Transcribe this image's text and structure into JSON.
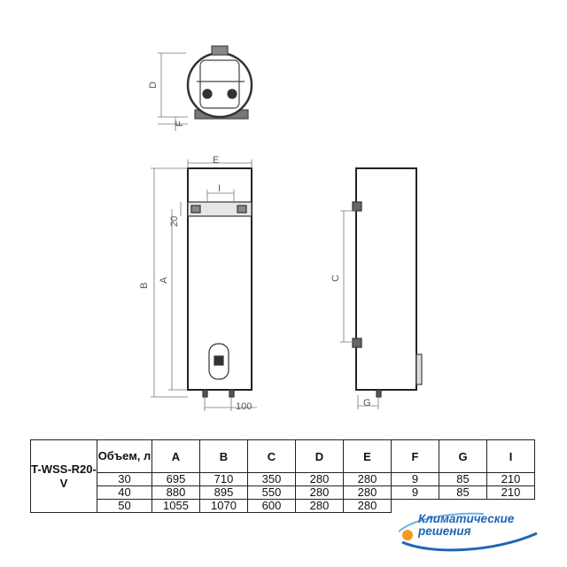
{
  "drawing": {
    "labels": {
      "D": "D",
      "F": "F",
      "E": "E",
      "I": "I",
      "twenty": "20",
      "B": "B",
      "A": "A",
      "C": "C",
      "G": "G",
      "hundred": "100"
    }
  },
  "table": {
    "model": "T-WSS-R20-V",
    "volume_header": "Объем, л",
    "columns": [
      "A",
      "B",
      "C",
      "D",
      "E",
      "F",
      "G",
      "I"
    ],
    "rows": [
      {
        "volume": "30",
        "values": [
          "695",
          "710",
          "350",
          "280",
          "280",
          "9",
          "85",
          "210"
        ]
      },
      {
        "volume": "40",
        "values": [
          "880",
          "895",
          "550",
          "280",
          "280",
          "9",
          "85",
          "210"
        ]
      },
      {
        "volume": "50",
        "values": [
          "1055",
          "1070",
          "600",
          "280",
          "280",
          "",
          "",
          ""
        ]
      }
    ]
  },
  "logo": {
    "line1": "Климатические",
    "line2": "решения",
    "colors": {
      "blue": "#1f66b3",
      "orange": "#f29a1f",
      "lightblue": "#6fb3e6"
    }
  }
}
